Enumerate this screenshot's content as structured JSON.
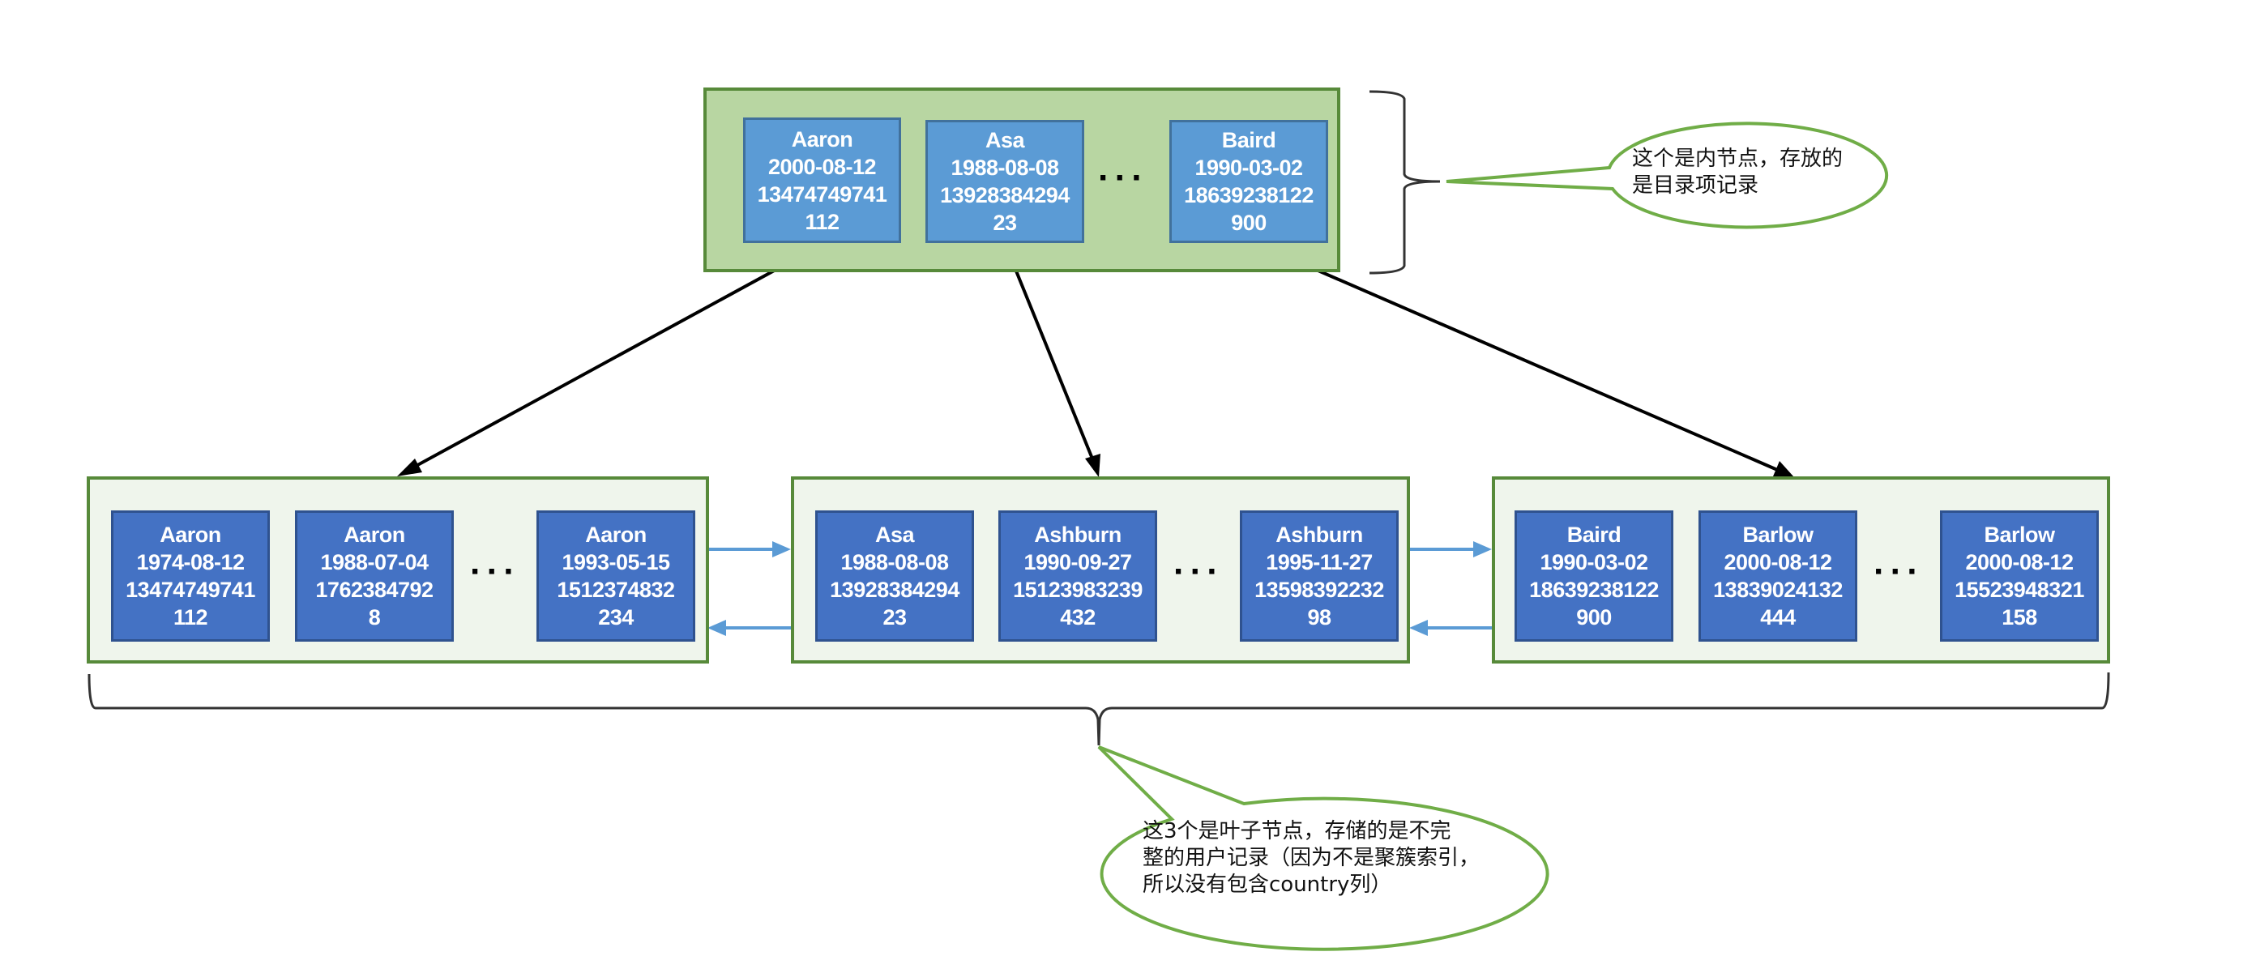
{
  "root_node": {
    "label": "internal node",
    "records": [
      {
        "name": "Aaron",
        "birthday": "2000-08-12",
        "phone": "13474749741",
        "id": "112"
      },
      {
        "name": "Asa",
        "birthday": "1988-08-08",
        "phone": "13928384294",
        "id": "23"
      },
      {
        "name": "Baird",
        "birthday": "1990-03-02",
        "phone": "18639238122",
        "id": "900"
      }
    ],
    "ellipsis": "···"
  },
  "leaf_nodes": [
    {
      "records": [
        {
          "name": "Aaron",
          "birthday": "1974-08-12",
          "phone": "13474749741",
          "id": "112"
        },
        {
          "name": "Aaron",
          "birthday": "1988-07-04",
          "phone": "1762384792",
          "id": "8"
        },
        {
          "name": "Aaron",
          "birthday": "1993-05-15",
          "phone": "1512374832",
          "id": "234"
        }
      ],
      "ellipsis": "···"
    },
    {
      "records": [
        {
          "name": "Asa",
          "birthday": "1988-08-08",
          "phone": "13928384294",
          "id": "23"
        },
        {
          "name": "Ashburn",
          "birthday": "1990-09-27",
          "phone": "15123983239",
          "id": "432"
        },
        {
          "name": "Ashburn",
          "birthday": "1995-11-27",
          "phone": "13598392232",
          "id": "98"
        }
      ],
      "ellipsis": "···"
    },
    {
      "records": [
        {
          "name": "Baird",
          "birthday": "1990-03-02",
          "phone": "18639238122",
          "id": "900"
        },
        {
          "name": "Barlow",
          "birthday": "2000-08-12",
          "phone": "13839024132",
          "id": "444"
        },
        {
          "name": "Barlow",
          "birthday": "2000-08-12",
          "phone": "15523948321",
          "id": "158"
        }
      ],
      "ellipsis": "···"
    }
  ],
  "callouts": {
    "internal": {
      "lines": [
        "这个是内节点，存放的",
        "是目录项记录"
      ]
    },
    "leaf": {
      "lines": [
        "这3个是叶子节点，存储的是不完",
        "整的用户记录（因为不是聚簇索引，",
        "所以没有包含country列）"
      ]
    }
  },
  "colors": {
    "root_fill": "#b8d6a2",
    "leaf_fill": "#eff5ec",
    "node_border": "#578a3a",
    "root_record": "#5b9bd5",
    "leaf_record": "#4472c4",
    "sibling_arrow": "#5b9bd5",
    "callout_border": "#70ad47"
  }
}
